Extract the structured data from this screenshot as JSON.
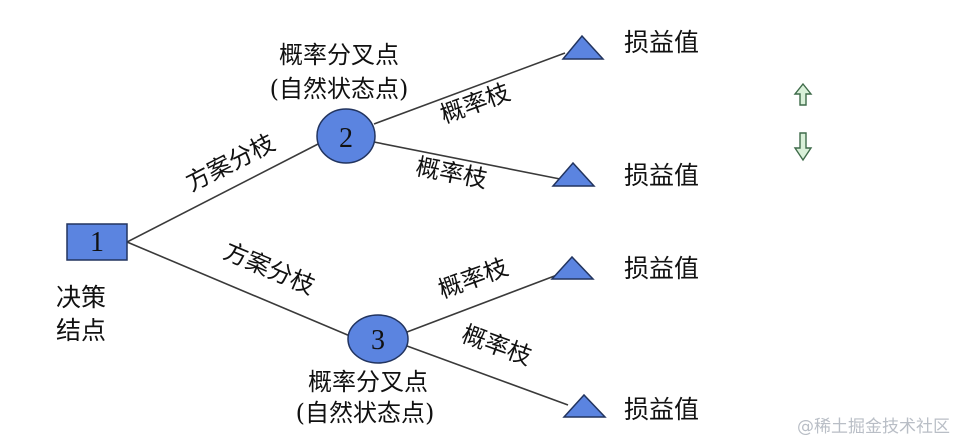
{
  "decision_node": {
    "number": "1",
    "label_line1": "决策",
    "label_line2": "结点"
  },
  "chance_nodes": [
    {
      "number": "2",
      "label_line1": "概率分叉点",
      "label_line2": "(自然状态点)"
    },
    {
      "number": "3",
      "label_line1": "概率分叉点",
      "label_line2": "(自然状态点)"
    }
  ],
  "branch_labels": {
    "option_branch_top": "方案分枝",
    "option_branch_bottom": "方案分枝",
    "prob_branch_1": "概率枝",
    "prob_branch_2": "概率枝",
    "prob_branch_3": "概率枝",
    "prob_branch_4": "概率枝"
  },
  "outcomes": [
    {
      "label": "损益值"
    },
    {
      "label": "损益值"
    },
    {
      "label": "损益值"
    },
    {
      "label": "损益值"
    }
  ],
  "arrows": {
    "up": "⇧",
    "down": "⇩"
  },
  "watermark": "@稀土掘金技术社区",
  "colors": {
    "node_fill": "#5b84e0",
    "node_stroke": "#22345f",
    "line": "#3a3a3a",
    "arrow_fill": "#d9f0d9",
    "arrow_stroke": "#3f6b4a"
  }
}
